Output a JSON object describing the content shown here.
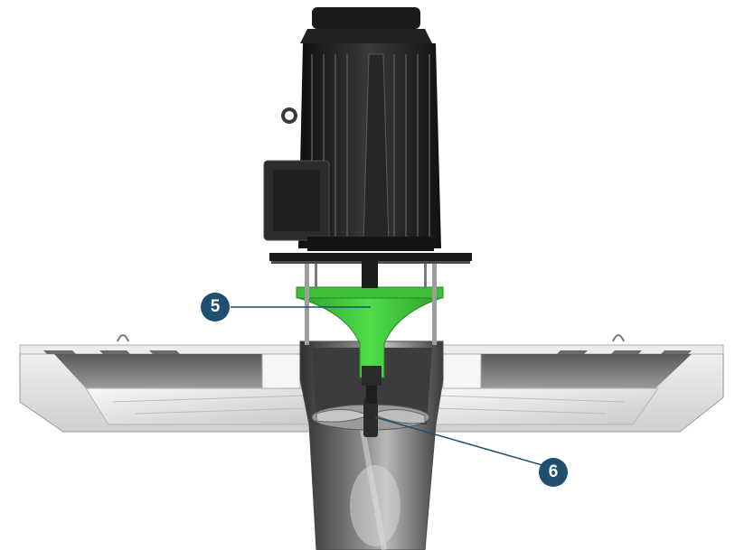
{
  "colors": {
    "callout": "#1e4f6e",
    "highlight_green": "#3fc93c",
    "motor_black": "#1b1b1b",
    "housing_grey": "#dcdcdc"
  },
  "callouts": [
    {
      "label": "5",
      "part": "green-support-cone"
    },
    {
      "label": "6",
      "part": "impeller"
    }
  ]
}
